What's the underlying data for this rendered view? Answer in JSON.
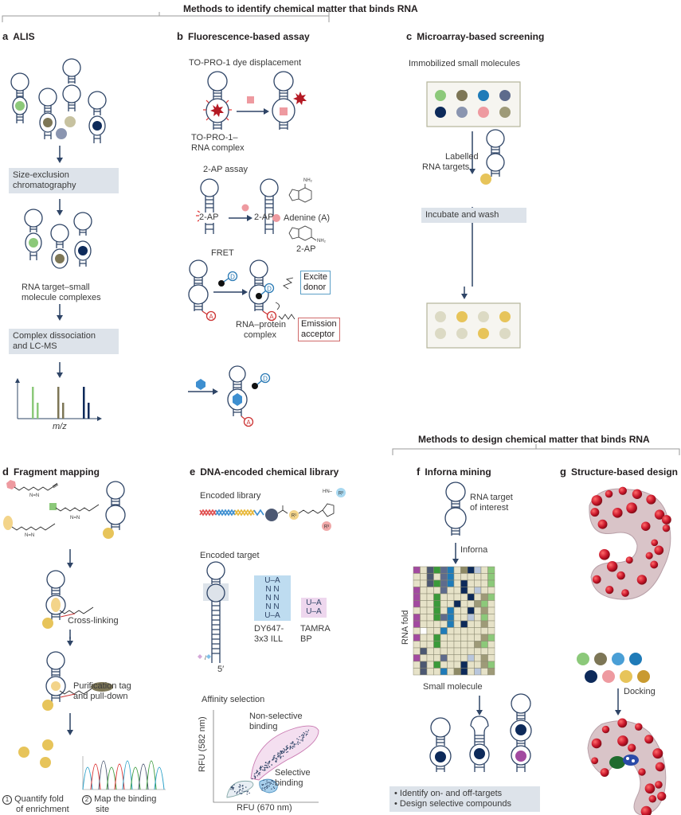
{
  "figure": {
    "identify_header": "Methods to identify chemical matter that binds RNA",
    "design_header": "Methods to design chemical matter that binds RNA"
  },
  "panels": {
    "a": {
      "letter": "a",
      "title": "ALIS",
      "step1": "Size-exclusion chromatography",
      "complexes_label_1": "RNA target–small",
      "complexes_label_2": "molecule complexes",
      "step2_line1": "Complex dissociation",
      "step2_line2": "and LC-MS",
      "ms_axis_label": "m/z",
      "ligand_colors": [
        "#8cc97a",
        "#7d7656",
        "#0d2a5a",
        "#8a95b0",
        "#c7c2a0"
      ]
    },
    "b": {
      "letter": "b",
      "title": "Fluorescence-based assay",
      "topro_title": "TO-PRO-1 dye displacement",
      "topro_complex_1": "TO-PRO-1–",
      "topro_complex_2": "RNA complex",
      "twoap_title": "2-AP assay",
      "twoap_label": "2-AP",
      "adenine_label": "Adenine (A)",
      "twoap_struct_label": "2-AP",
      "nh2": "NH₂",
      "fret_title": "FRET",
      "donor": "D",
      "acceptor": "A",
      "excite_1": "Excite",
      "excite_2": "donor",
      "emission_1": "Emission",
      "emission_2": "acceptor",
      "rnp_1": "RNA–protein",
      "rnp_2": "complex"
    },
    "c": {
      "letter": "c",
      "title": "Microarray-based screening",
      "immobilized": "Immobilized small molecules",
      "labelled_1": "Labelled",
      "labelled_2": "RNA targets",
      "step": "Incubate and wash",
      "array_before": [
        "#8cc97a",
        "#7d7656",
        "#1f7bb8",
        "#5e6b8c",
        "#0d2a5a",
        "#8a95b0",
        "#ee9aa0",
        "#9e9a78"
      ],
      "array_after": [
        "#dcdac4",
        "#e7c45a",
        "#dcdac4",
        "#e7c45a",
        "#dcdac4",
        "#dcdac4",
        "#e7c45a",
        "#dcdac4"
      ]
    },
    "d": {
      "letter": "d",
      "title": "Fragment mapping",
      "diazirine": "N=N",
      "crosslink": "Cross-linking",
      "purif_1": "Purification tag",
      "purif_2": "and pull-down",
      "step1_num": "1",
      "step1_1": "Quantify fold",
      "step1_2": "of enrichment",
      "step2_num": "2",
      "step2_1": "Map the binding",
      "step2_2": "site"
    },
    "e": {
      "letter": "e",
      "title": "DNA-encoded chemical library",
      "encoded_library": "Encoded library",
      "r1": "R¹",
      "r2": "R²",
      "r3": "R³",
      "hn": "HN–",
      "encoded_target": "Encoded target",
      "ill_pairs": [
        "U–A",
        "N N",
        "N N",
        "N N",
        "U–A"
      ],
      "dy647_1": "DY647-",
      "dy647_2": "3x3 ILL",
      "tamra_pairs": [
        "U–A",
        "U–A"
      ],
      "tamra_1": "TAMRA",
      "tamra_2": "BP",
      "five_prime": "5′",
      "affinity": "Affinity selection",
      "y_axis": "RFU (582 nm)",
      "x_axis": "RFU (670 nm)",
      "nonselective_1": "Non-selective",
      "nonselective_2": "binding",
      "selective_1": "Selective",
      "selective_2": "binding"
    },
    "f": {
      "letter": "f",
      "title": "Inforna mining",
      "target_1": "RNA target",
      "target_2": "of interest",
      "arrow_label": "Inforna",
      "y_axis": "RNA fold",
      "x_axis": "Small molecule",
      "bullets": [
        "Identify on- and off-targets",
        "Design selective compounds"
      ]
    },
    "g": {
      "letter": "g",
      "title": "Structure-based design",
      "docking": "Docking",
      "ligand_colors": [
        "#8cc97a",
        "#7d7656",
        "#4a9fd6",
        "#1f7bb8",
        "#0d2a5a",
        "#ee9aa0",
        "#e7c45a",
        "#c99a30"
      ]
    }
  }
}
